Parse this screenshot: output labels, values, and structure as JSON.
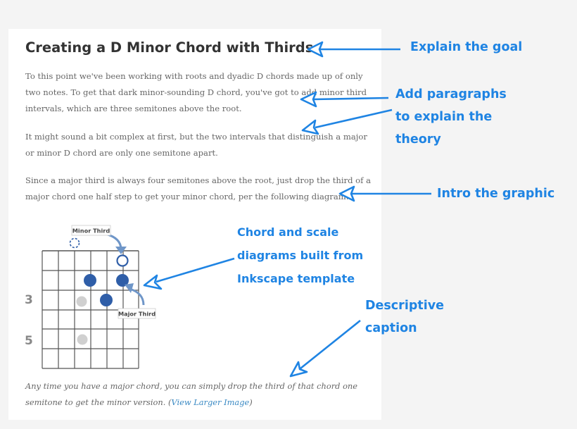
{
  "article": {
    "title": "Creating a D Minor Chord with Thirds",
    "paragraph1": "To this point we've been working with roots and dyadic D chords made up of only two notes.  To get that dark minor-sounding D chord, you've got to add minor third intervals, which are three semitones above the root.",
    "paragraph2": "It might sound a bit complex at first, but the two intervals that distinguish a major or minor D chord are only one semitone apart.",
    "paragraph3": "Since a major third is always four semitones above the root, just drop the third of a major chord one half step to get your minor chord, per the following diagram:",
    "caption_text": "Any time you have a major chord, you can simply drop the third of that chord one semitone to get the minor version. (",
    "caption_link": "View Larger Image",
    "caption_close": ")"
  },
  "diagram": {
    "label_minor_third": "Minor Third",
    "label_major_third": "Major Third",
    "fret_label_3": "3",
    "fret_label_5": "5",
    "colors": {
      "dot": "#2f5ea8",
      "open": "#ffffff",
      "ghost": "#d0d0d0",
      "arrow": "#6f96c8",
      "grid": "#555555"
    }
  },
  "annotations": {
    "goal": "Explain the goal",
    "paragraphs": [
      "Add paragraphs",
      "to explain the",
      "theory"
    ],
    "intro": "Intro the graphic",
    "chord": [
      "Chord and scale",
      "diagrams built from",
      "Inkscape template"
    ],
    "caption": [
      "Descriptive",
      "caption"
    ],
    "color": "#1f84e3"
  }
}
